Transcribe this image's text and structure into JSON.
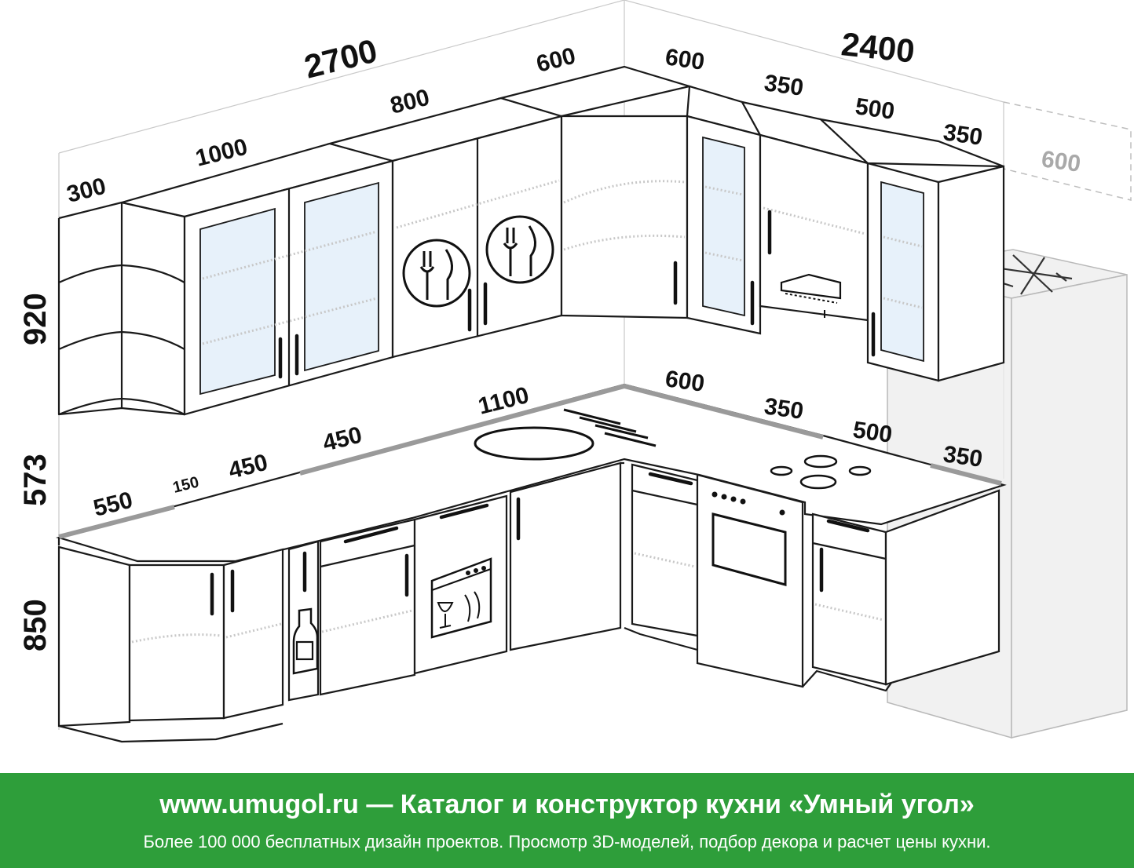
{
  "drawing": {
    "wall_widths": {
      "left": "2700",
      "right": "2400"
    },
    "heights": {
      "upper": "920",
      "gap": "573",
      "lower": "850"
    },
    "upper_modules": {
      "left": [
        "300",
        "1000",
        "800",
        "600"
      ],
      "right": [
        "600",
        "350",
        "500",
        "350"
      ],
      "fridge_ghost": "600"
    },
    "lower_modules": {
      "left": [
        "550",
        "150",
        "450",
        "450",
        "1100"
      ],
      "right": [
        "600",
        "350",
        "500",
        "350"
      ]
    },
    "icons": [
      "cutlery-icon",
      "cutlery-icon",
      "range-hood-icon",
      "dishwasher-icon",
      "bottle-icon",
      "hob-icon",
      "oven-icon",
      "snowflake-icon",
      "sink-icon"
    ],
    "colors": {
      "line": "#1a1a1a",
      "glass": "#e7f1fa",
      "ghost": "#ececec",
      "ghost_text": "#a9a9a9"
    }
  },
  "footer": {
    "headline": "www.umugol.ru — Каталог и конструктор кухни «Умный угол»",
    "subline": "Более 100 000 бесплатных дизайн проектов. Просмотр 3D-моделей, подбор декора и расчет цены кухни.",
    "background": "#2e9e3a"
  }
}
